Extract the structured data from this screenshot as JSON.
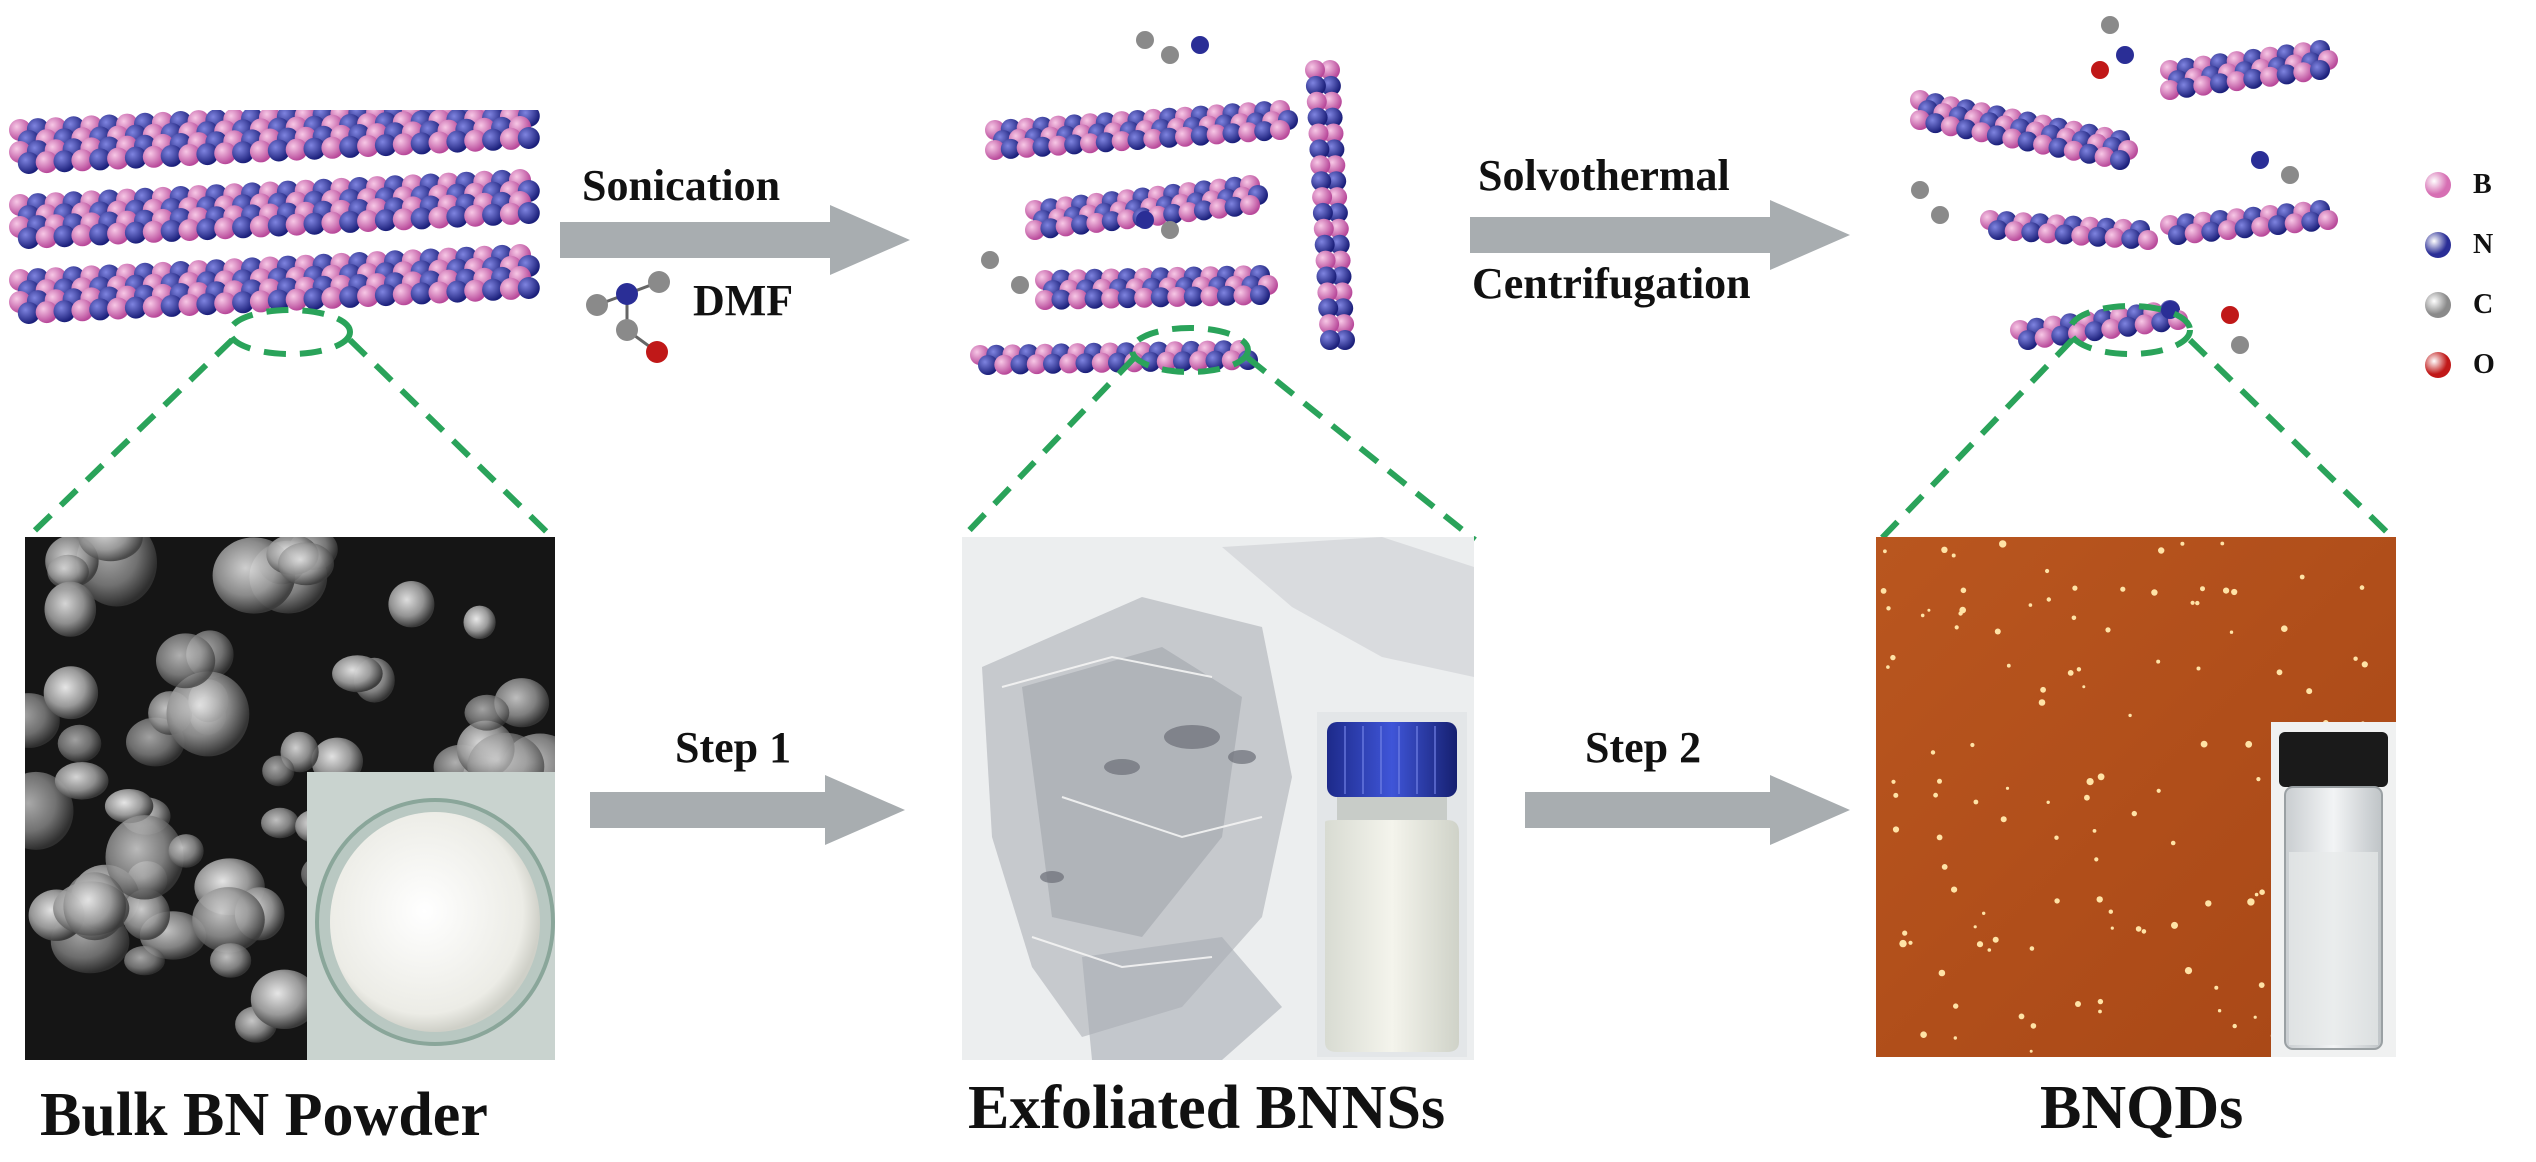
{
  "arrows": {
    "top_left": {
      "line1": "Sonication",
      "line2": "DMF"
    },
    "top_right": {
      "line1": "Solvothermal",
      "line2": "Centrifugation"
    },
    "bottom_left": {
      "label": "Step 1"
    },
    "bottom_right": {
      "label": "Step 2"
    }
  },
  "captions": {
    "left": "Bulk BN Powder",
    "middle": "Exfoliated BNNSs",
    "right": "BNQDs"
  },
  "legend": [
    {
      "symbol": "B",
      "color": "#d66fb3"
    },
    {
      "symbol": "N",
      "color": "#2a2e96"
    },
    {
      "symbol": "C",
      "color": "#8a8a8a"
    },
    {
      "symbol": "O",
      "color": "#c01818"
    }
  ],
  "colors": {
    "boron": "#d66fb3",
    "nitrogen": "#2a2e96",
    "carbon": "#8a8a8a",
    "oxygen": "#c01818",
    "arrow": "#a8adb0",
    "zoom_line": "#2aa35a",
    "afm_bg": "#b5501f"
  }
}
